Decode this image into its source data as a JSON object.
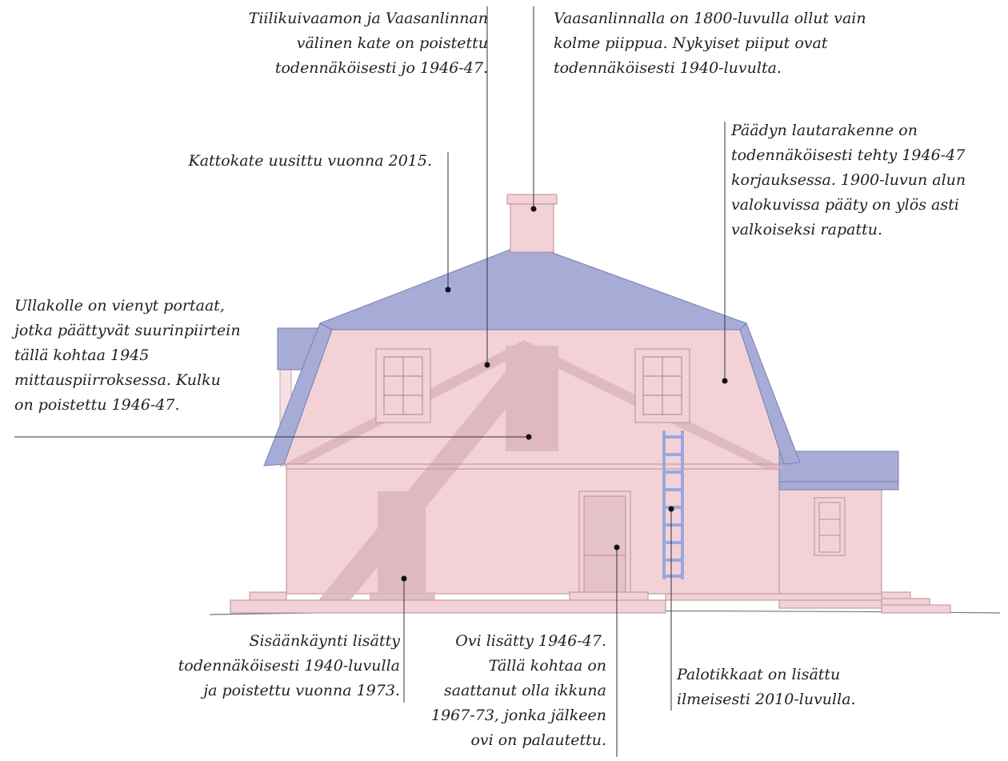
{
  "colors": {
    "wall": "#f2d2d7",
    "wall_stroke": "#b98f96",
    "roof": "#a7acd6",
    "roof_stroke": "#7a7fb3",
    "ghost": "#ddb7bd",
    "ladder": "#9aa8dd",
    "ink": "#222222",
    "line": "#333333"
  },
  "annotations": {
    "roof_between": "Tiilikuivaamon ja Vaasanlinnan\nvälinen kate on poistettu\ntodennäköisesti jo 1946-47.",
    "chimneys": "Vaasanlinnalla on 1800-luvulla ollut vain\nkolme piippua. Nykyiset piiput ovat\ntodennäköisesti 1940-luvulta.",
    "roof_covering": "Kattokate uusittu vuonna 2015.",
    "gable_boards": "Päädyn lautarakenne on\ntodennäköisesti tehty 1946-47\nkorjauksessa. 1900-luvun alun\nvalokuvissa pääty on ylös asti\nvalkoiseksi rapattu.",
    "attic_stairs": "Ullakolle on vienyt portaat,\njotka päättyvät suurinpiirtein\ntällä kohtaa 1945\nmittauspiirroksessa. Kulku\non poistettu 1946-47.",
    "entrance": "Sisäänkäynti lisätty\ntodennäköisesti 1940-luvulla\nja poistettu vuonna  1973.",
    "door": "Ovi lisätty 1946-47.\nTällä kohtaa on\nsaattanut olla ikkuna\n1967-73, jonka jälkeen\novi on palautettu.",
    "ladder": "Palotikkaat on lisättu\nilmeisesti 2010-luvulla."
  }
}
